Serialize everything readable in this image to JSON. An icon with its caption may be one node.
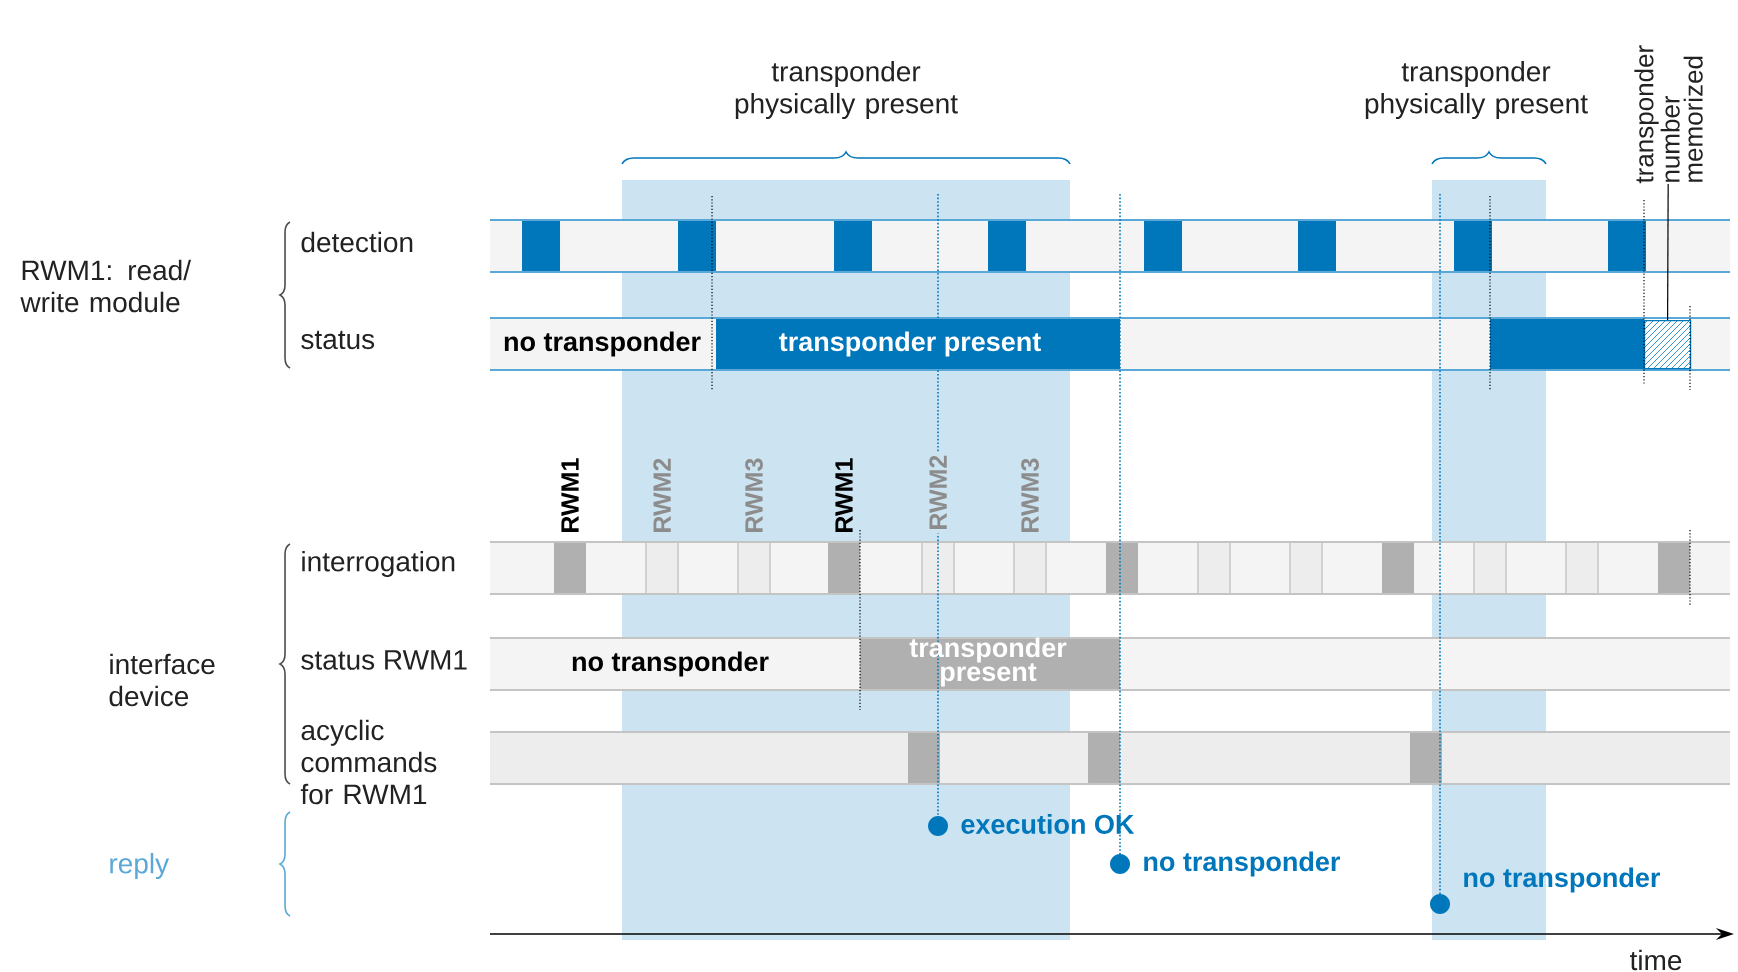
{
  "diagram": {
    "nodes": [
      {
        "text": [
          "transponder number memorized"
        ]
      },
      {
        "text": [],
        "shape": "bar"
      }
    ],
    "edges": [
      {
        "from": 0,
        "to": 1,
        "arrow": "none"
      }
    ],
    "labels": [
      "transponder physically present",
      "transponder physically present",
      "RWM1: read/ write module",
      "detection",
      "status",
      "no transponder",
      "transponder present",
      "RWM1",
      "RWM2",
      "RWM3",
      "RWM1",
      "RWM2",
      "RWM3",
      "interrogation",
      "interface device",
      "status RWM1",
      "no transponder",
      "transponder present",
      "acyclic commands for RWM1",
      "reply",
      "execution OK",
      "no transponder",
      "no transponder",
      "time"
    ]
  }
}
